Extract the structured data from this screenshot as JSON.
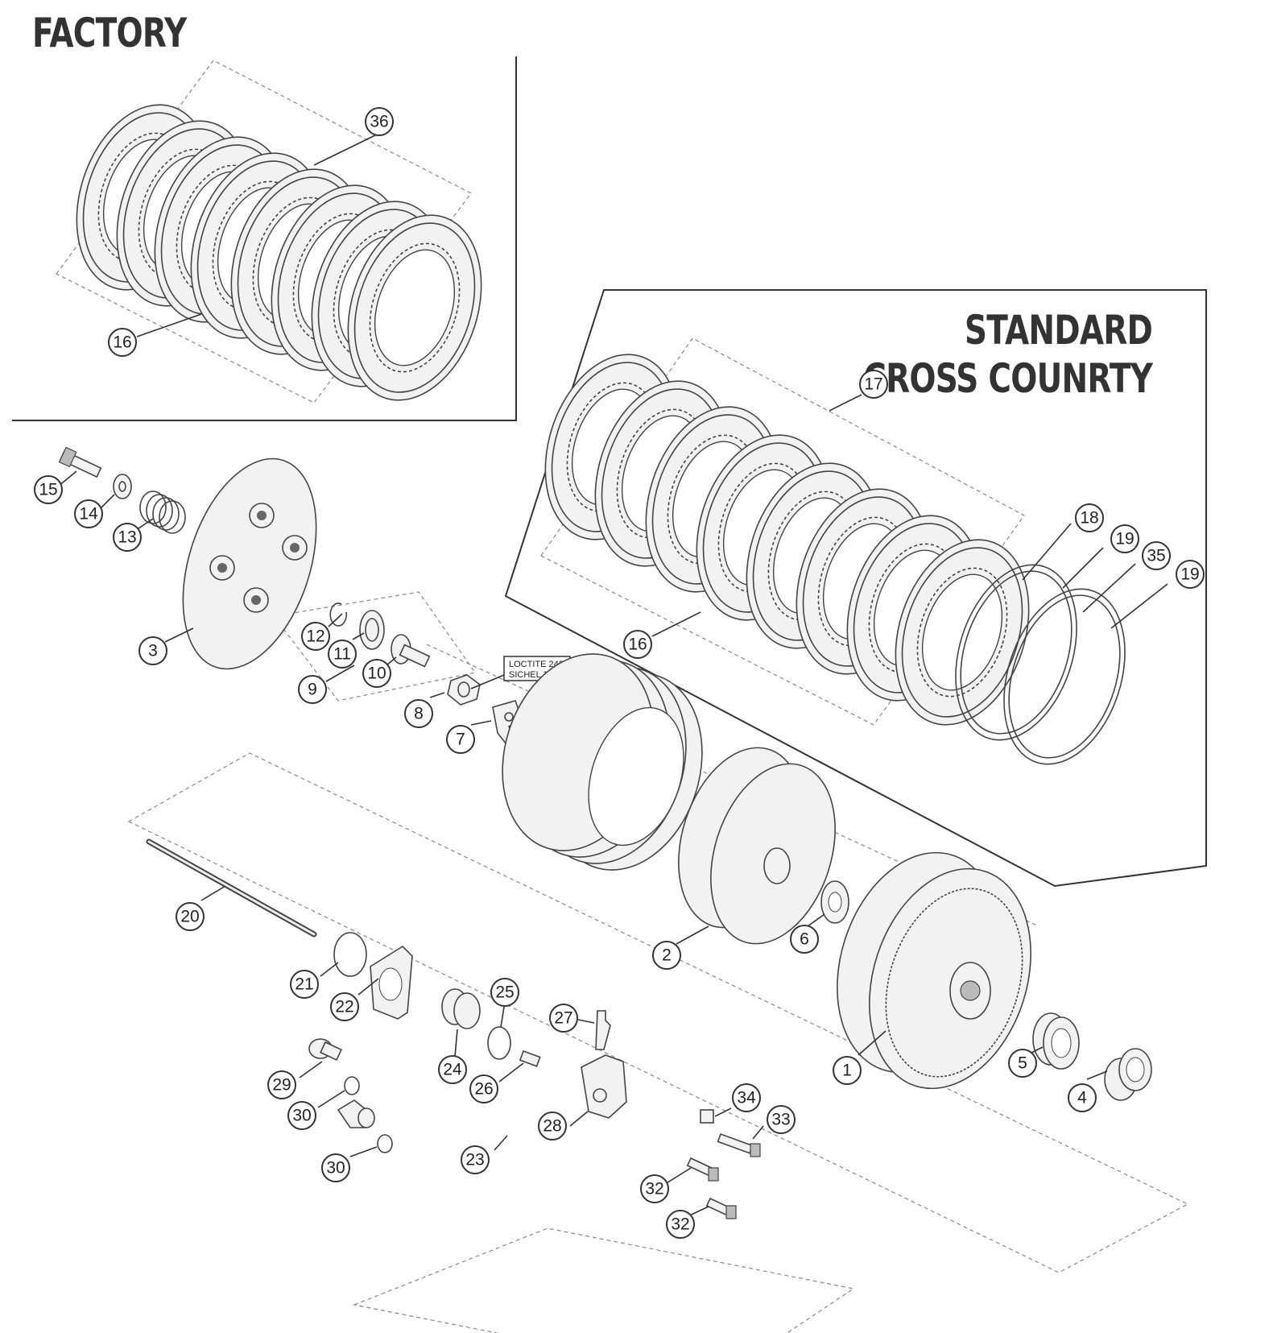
{
  "headings": {
    "factory": "FACTORY",
    "standard_line1": "STANDARD",
    "standard_line2": "CROSS COUNRTY"
  },
  "note": {
    "line1": "LOCTITE 243 /",
    "line2": "SICHEL 100M"
  },
  "callouts": {
    "c36": "36",
    "c16_factory": "16",
    "c17": "17",
    "c18": "18",
    "c19a": "19",
    "c35": "35",
    "c19b": "19",
    "c16_standard": "16",
    "c15": "15",
    "c14": "14",
    "c13": "13",
    "c3": "3",
    "c12": "12",
    "c11": "11",
    "c10": "10",
    "c9": "9",
    "c8": "8",
    "c7": "7",
    "c20": "20",
    "c2": "2",
    "c6": "6",
    "c1": "1",
    "c5": "5",
    "c4": "4",
    "c21": "21",
    "c22": "22",
    "c25": "25",
    "c24": "24",
    "c27": "27",
    "c26": "26",
    "c29": "29",
    "c30a": "30",
    "c30b": "30",
    "c28": "28",
    "c23": "23",
    "c34": "34",
    "c33": "33",
    "c32a": "32",
    "c32b": "32"
  }
}
